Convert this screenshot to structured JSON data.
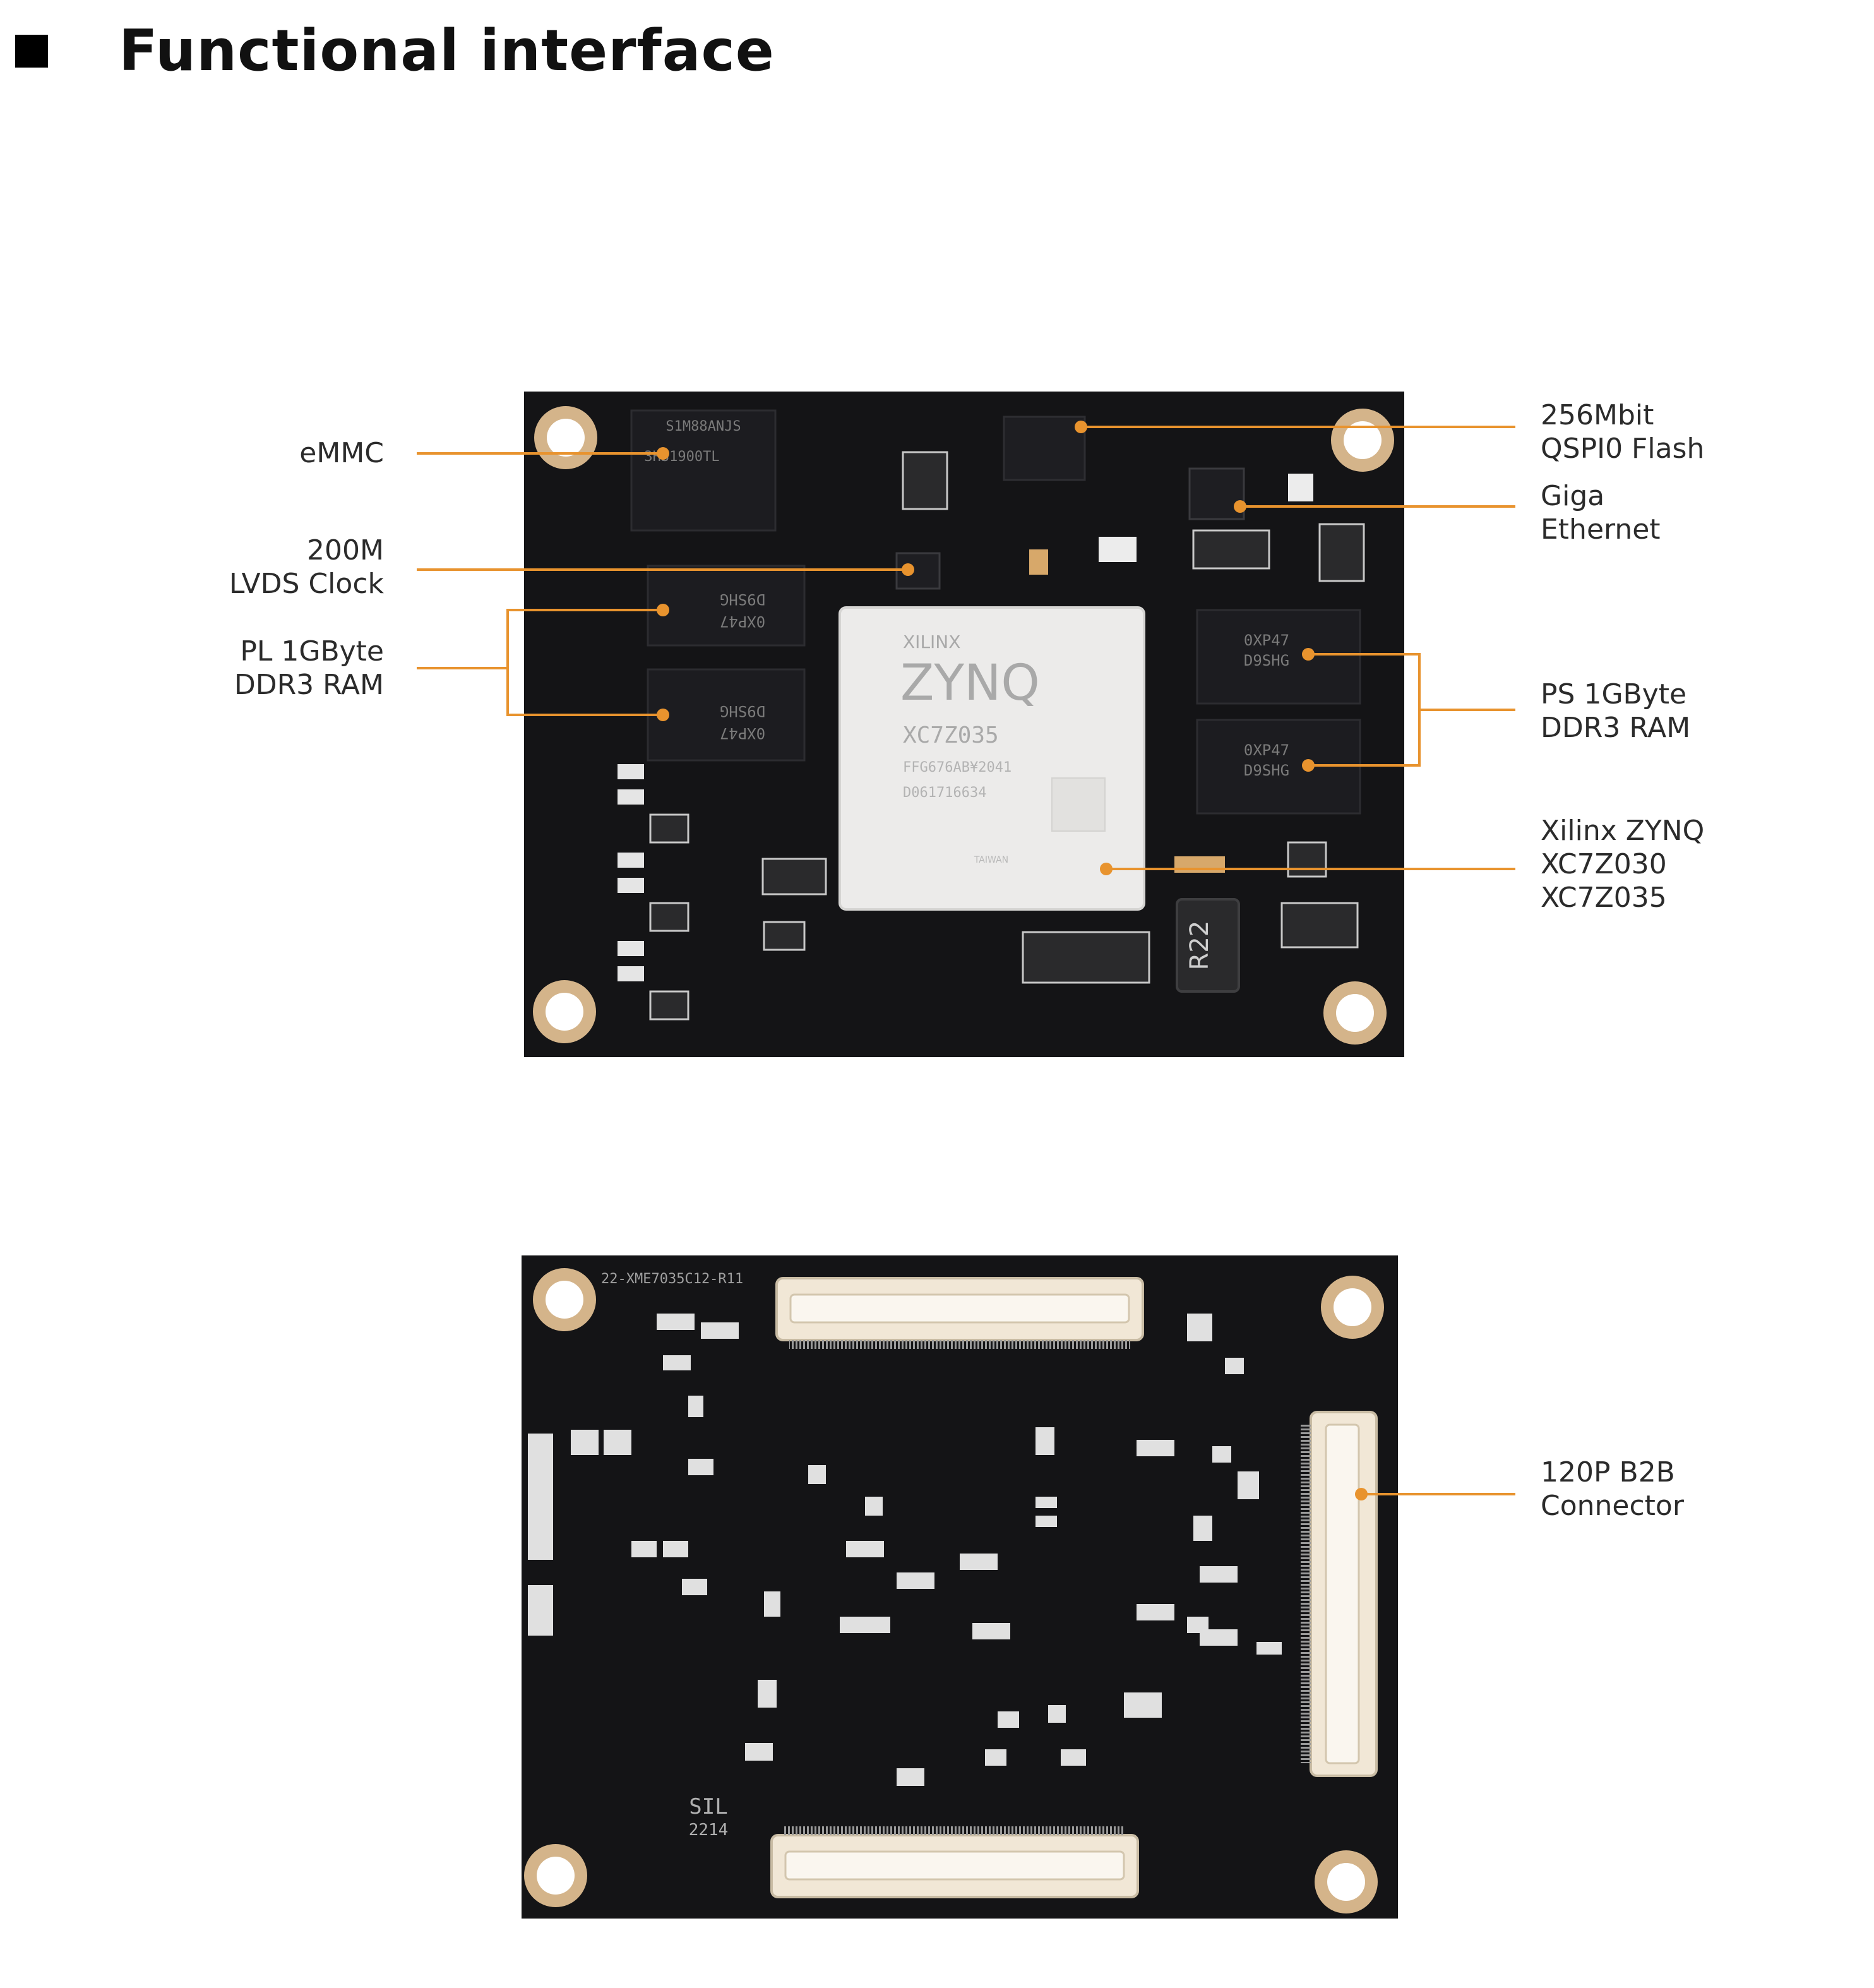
{
  "title": "Functional interface",
  "accent_color": "#e8932e",
  "top_board": {
    "callouts_left": [
      {
        "id": "emmc",
        "lines": [
          "eMMC"
        ]
      },
      {
        "id": "lvds-clock",
        "lines": [
          "200M",
          "LVDS Clock"
        ]
      },
      {
        "id": "pl-ddr3",
        "lines": [
          "PL 1GByte",
          "DDR3 RAM"
        ]
      }
    ],
    "callouts_right": [
      {
        "id": "qspi-flash",
        "lines": [
          "256Mbit",
          "QSPI0 Flash"
        ]
      },
      {
        "id": "giga-ethernet",
        "lines": [
          "Giga",
          "Ethernet"
        ]
      },
      {
        "id": "ps-ddr3",
        "lines": [
          "PS 1GByte",
          "DDR3 RAM"
        ]
      },
      {
        "id": "zynq",
        "lines": [
          "Xilinx ZYNQ",
          "XC7Z030",
          "XC7Z035"
        ]
      }
    ],
    "chip_markings": {
      "fpga_brand": "XILINX",
      "fpga_family": "ZYNQ",
      "fpga_part": "XC7Z035",
      "fpga_pkg": "FFG676AB¥2041",
      "fpga_lot": "D061716634",
      "fpga_country": "TAIWAN",
      "ddr_code_a": "0XP47",
      "ddr_code_b": "D9SHG",
      "emmc_code_a": "S1M88ANJS",
      "emmc_code_b": "3H31900TL",
      "inductor": "R22"
    }
  },
  "bottom_board": {
    "callouts_right": [
      {
        "id": "b2b-connector",
        "lines": [
          "120P B2B",
          "Connector"
        ]
      }
    ],
    "silkscreen": {
      "board_id": "22-XME7035C12-R11",
      "maker": "SIL",
      "date": "2214"
    }
  }
}
